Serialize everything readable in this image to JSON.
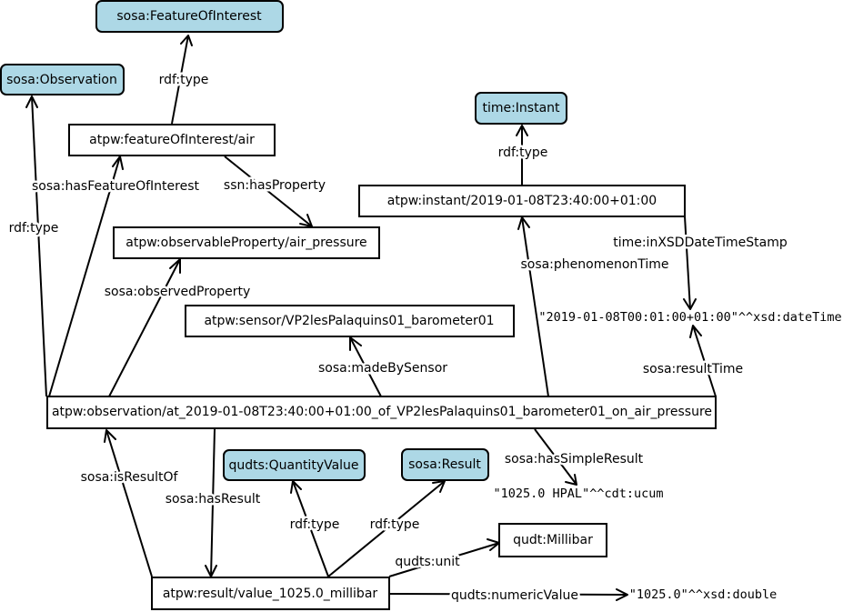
{
  "nodes": {
    "foi_class": "sosa:FeatureOfInterest",
    "obs_class": "sosa:Observation",
    "time_class": "time:Instant",
    "foi_air": "atpw:featureOfInterest/air",
    "prop_air_pressure": "atpw:observableProperty/air_pressure",
    "instant": "atpw:instant/2019-01-08T23:40:00+01:00",
    "sensor": "atpw:sensor/VP2lesPalaquins01_barometer01",
    "observation": "atpw:observation/at_2019-01-08T23:40:00+01:00_of_VP2lesPalaquins01_barometer01_on_air_pressure",
    "qv_class": "qudts:QuantityValue",
    "result_class": "sosa:Result",
    "unit_millibar": "qudt:Millibar",
    "result": "atpw:result/value_1025.0_millibar"
  },
  "literals": {
    "datetime": "\"2019-01-08T00:01:00+01:00\"^^xsd:dateTime",
    "simple_result": "\"1025.0 HPAL\"^^cdt:ucum",
    "numeric": "\"1025.0\"^^xsd:double"
  },
  "edge_labels": {
    "foi_type": "rdf:type",
    "has_property": "ssn:hasProperty",
    "has_foi": "sosa:hasFeatureOfInterest",
    "obs_type": "rdf:type",
    "observed_property": "sosa:observedProperty",
    "instant_type": "rdf:type",
    "in_xsd": "time:inXSDDateTimeStamp",
    "phenomenon_time": "sosa:phenomenonTime",
    "made_by_sensor": "sosa:madeBySensor",
    "result_time": "sosa:resultTime",
    "has_simple_result": "sosa:hasSimpleResult",
    "is_result_of": "sosa:isResultOf",
    "has_result": "sosa:hasResult",
    "qv_type": "rdf:type",
    "result_type": "rdf:type",
    "unit": "qudts:unit",
    "numeric_value": "qudts:numericValue"
  }
}
